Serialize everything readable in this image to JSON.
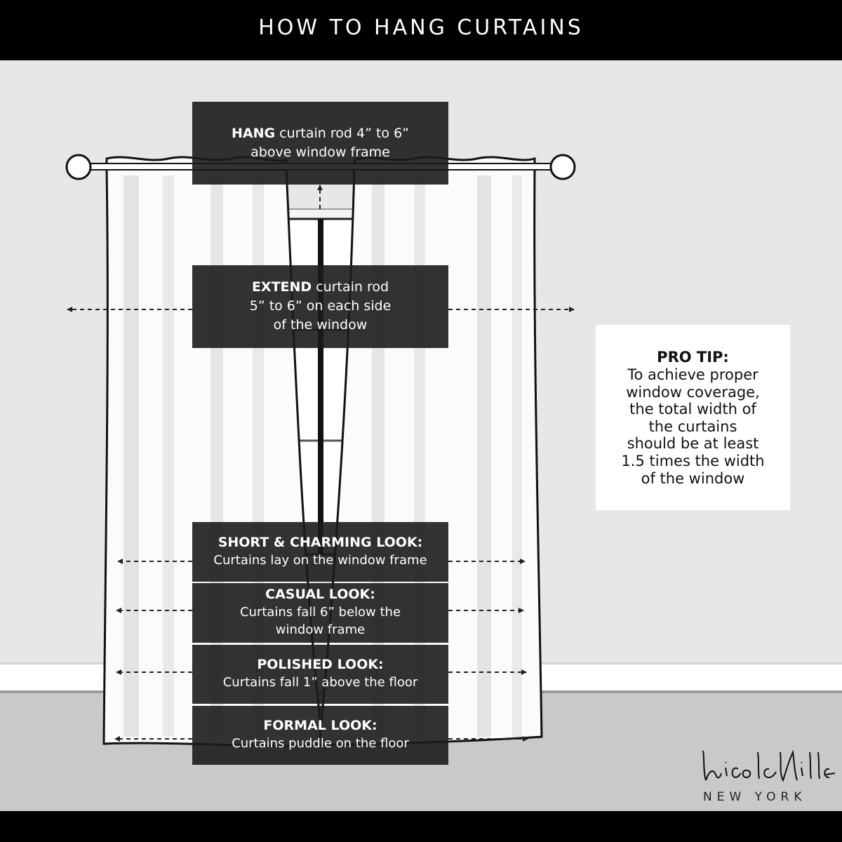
{
  "header": {
    "title": "HOW TO HANG CURTAINS"
  },
  "hang": {
    "bold": "HANG",
    "rest": " curtain rod 4” to 6”",
    "line2": "above window frame"
  },
  "extend": {
    "bold": "EXTEND",
    "rest": " curtain rod",
    "line2": "5” to 6” on each side",
    "line3": "of the window"
  },
  "looks": [
    {
      "title": "SHORT & CHARMING LOOK:",
      "desc": "Curtains lay on the window frame"
    },
    {
      "title": "CASUAL LOOK:",
      "desc": "Curtains fall 6” below the",
      "desc2": "window frame"
    },
    {
      "title": "POLISHED LOOK:",
      "desc": "Curtains fall 1” above the floor"
    },
    {
      "title": "FORMAL LOOK:",
      "desc": "Curtains puddle on the floor"
    }
  ],
  "pro_tip": {
    "title": "PRO TIP:",
    "lines": [
      "To achieve proper",
      "window coverage,",
      "the total width of",
      "the curtains",
      "should be at least",
      "1.5 times the width",
      "of the window"
    ]
  },
  "brand": {
    "signature": "Nicole Miller",
    "location": "NEW YORK"
  },
  "colors": {
    "bar": "#000000",
    "wall": "#e7e7e7",
    "floor": "#c9c9c9",
    "label_box": "#1c1c1c",
    "pro_tip_bg": "#ffffff"
  }
}
